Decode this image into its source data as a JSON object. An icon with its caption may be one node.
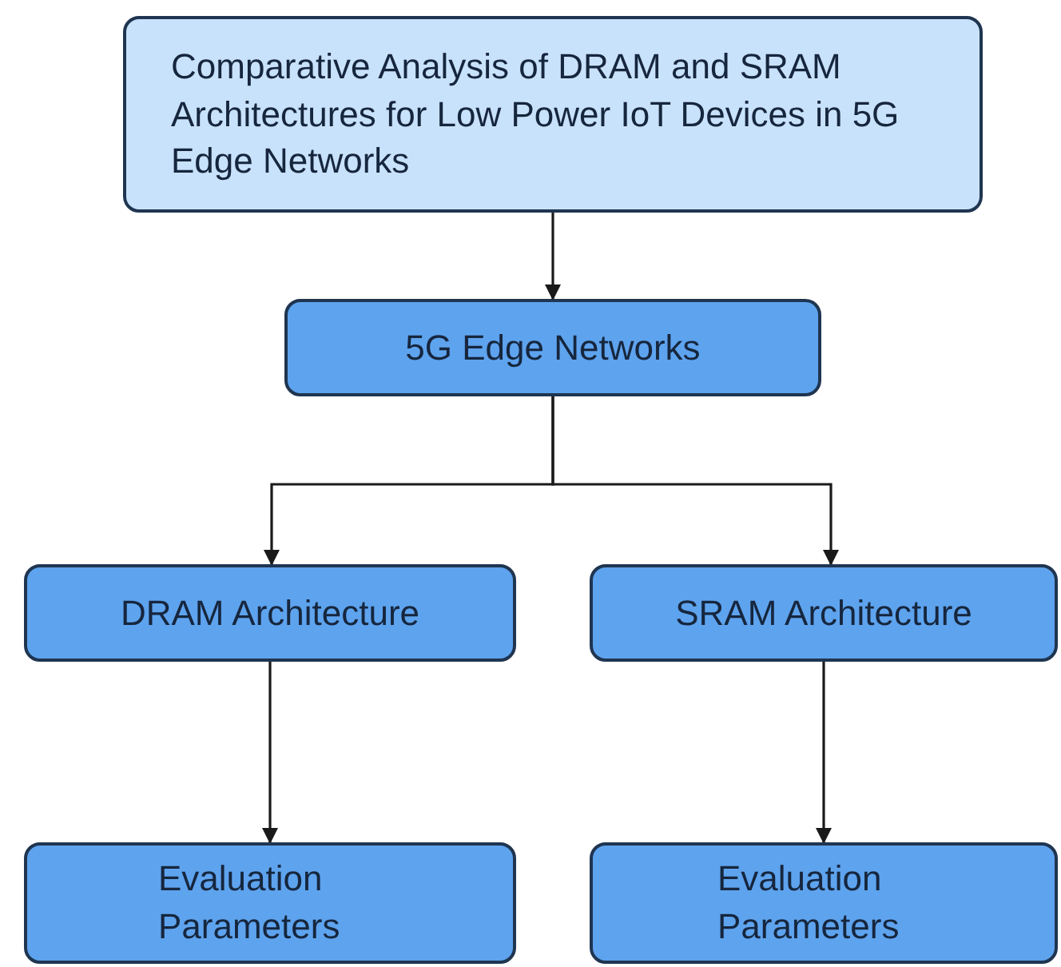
{
  "diagram": {
    "nodes": [
      {
        "text": [
          "Comparative Analysis of DRAM and SRAM Architectures for Low Power IoT Devices in 5G Edge Networks"
        ]
      },
      {
        "text": [
          "5G Edge Networks"
        ]
      },
      {
        "text": [
          "DRAM Architecture"
        ]
      },
      {
        "text": [
          "SRAM Architecture"
        ]
      },
      {
        "text": [
          "Evaluation Parameters"
        ]
      },
      {
        "text": [
          "Evaluation Parameters"
        ]
      }
    ],
    "edges": [
      {
        "from": 0,
        "to": 1,
        "arrow": "to"
      },
      {
        "from": 1,
        "to": 2,
        "arrow": "to"
      },
      {
        "from": 1,
        "to": 3,
        "arrow": "to"
      },
      {
        "from": 2,
        "to": 4,
        "arrow": "to"
      },
      {
        "from": 3,
        "to": 5,
        "arrow": "to"
      }
    ]
  }
}
